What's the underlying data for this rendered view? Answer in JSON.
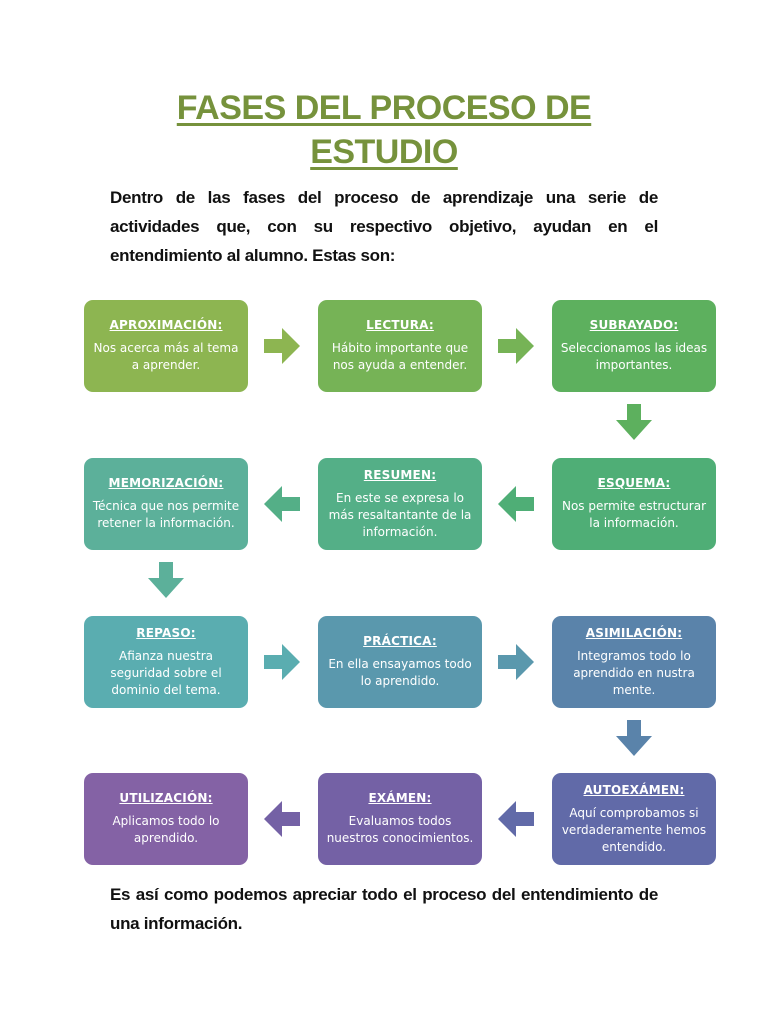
{
  "title": {
    "line1": "FASES DEL PROCESO DE",
    "line2": "ESTUDIO"
  },
  "intro": "Dentro de las fases del proceso de aprendizaje una serie de actividades que, con su respectivo objetivo, ayudan en el entendimiento al alumno. Estas son:",
  "conclusion": "Es así como podemos apreciar todo el proceso del entendimiento de una información.",
  "phases": [
    {
      "title": "APROXIMACIÓN:",
      "desc": "Nos acerca más al tema a aprender.",
      "color": "#8db551"
    },
    {
      "title": "LECTURA:",
      "desc": "Hábito importante que nos ayuda a entender.",
      "color": "#76b356"
    },
    {
      "title": "SUBRAYADO:",
      "desc": "Seleccionamos las ideas importantes.",
      "color": "#5db05e"
    },
    {
      "title": "ESQUEMA:",
      "desc": "Nos permite estructurar la información.",
      "color": "#4fae76"
    },
    {
      "title": "RESUMEN:",
      "desc": "En este se expresa lo más resaltantante de la información.",
      "color": "#54af87"
    },
    {
      "title": "MEMORIZACIÓN:",
      "desc": "Técnica que nos permite retener la información.",
      "color": "#5cb09a"
    },
    {
      "title": "REPASO:",
      "desc": "Afianza nuestra seguridad sobre el dominio del tema.",
      "color": "#5aadb0"
    },
    {
      "title": "PRÁCTICA:",
      "desc": "En ella ensayamos todo lo aprendido.",
      "color": "#5a98ad"
    },
    {
      "title": "ASIMILACIÓN:",
      "desc": "Integramos todo lo aprendido en nustra mente.",
      "color": "#5a83aa"
    },
    {
      "title": "AUTOEXÁMEN:",
      "desc": "Aquí comprobamos si verdaderamente hemos entendido.",
      "color": "#616aa8"
    },
    {
      "title": "EXÁMEN:",
      "desc": "Evaluamos todos nuestros conocimientos.",
      "color": "#7461a5"
    },
    {
      "title": "UTILIZACIÓN:",
      "desc": "Aplicamos todo lo aprendido.",
      "color": "#8462a5"
    }
  ],
  "arrow_colors": {
    "a1": "#8db551",
    "a2": "#76b356",
    "a3": "#5db05e",
    "a4": "#4fae76",
    "a5": "#54af87",
    "a6": "#5cb09a",
    "a7": "#5aadb0",
    "a8": "#5a98ad",
    "a9": "#5a83aa",
    "a10": "#616aa8",
    "a11": "#7461a5"
  }
}
